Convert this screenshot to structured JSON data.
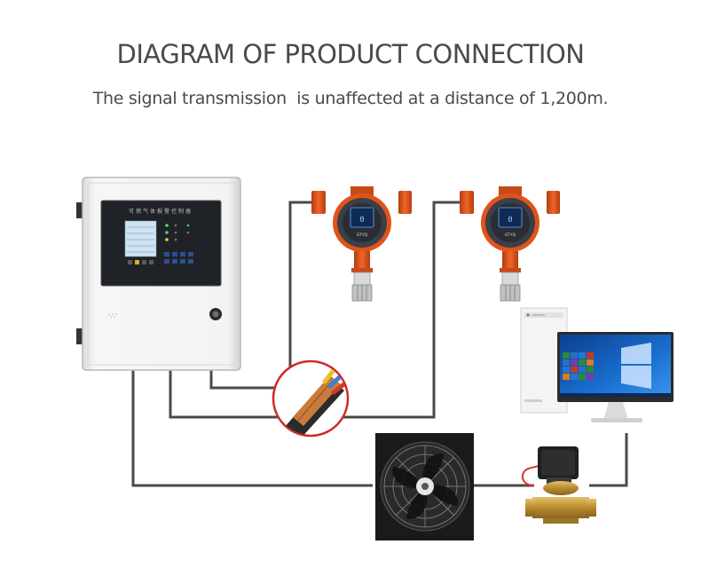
{
  "header": {
    "title": "DIAGRAM OF PRODUCT CONNECTION",
    "subtitle": "The signal transmission  is unaffected at a distance of 1,200m."
  },
  "devices": {
    "controller_brand_mark": "可燃气体报警控制器",
    "detector_1_brand": "GTYQ",
    "detector_2_brand": "GTYQ",
    "display_value": "0"
  },
  "colors": {
    "wire": "#4a4a4a",
    "detector_body": "#e0531b",
    "detector_ring": "#3b3f47",
    "controller_panel": "#1f2226",
    "cabinet": "#f1f1f1",
    "valve_brass": "#c8a24a",
    "monitor_screen": "#1b5fb0"
  },
  "icons": {
    "controller": "gas-alarm-controller-icon",
    "detector": "gas-detector-icon",
    "cable": "cable-cross-section-icon",
    "computer": "desktop-computer-icon",
    "fan": "exhaust-fan-icon",
    "valve": "solenoid-valve-icon"
  }
}
